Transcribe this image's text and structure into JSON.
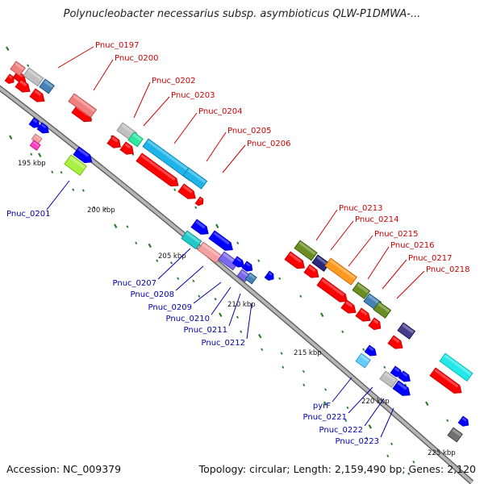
{
  "title": "Polynucleobacter necessarius subsp. asymbioticus QLW-P1DMWA-...",
  "footer": {
    "accession": "Accession: NC_009379",
    "summary": "Topology: circular; Length: 2,159,490 bp; Genes: 2,120"
  },
  "colors": {
    "forward_label": "#cc0000",
    "reverse_label": "#0000aa",
    "backbone": "#888888",
    "ticks": "#2a7a2a"
  },
  "ticks": [
    {
      "kbp": 195,
      "label": "195 kbp"
    },
    {
      "kbp": 200,
      "label": "200 kbp"
    },
    {
      "kbp": 205,
      "label": "205 kbp"
    },
    {
      "kbp": 210,
      "label": "210 kbp"
    },
    {
      "kbp": 215,
      "label": "215 kbp"
    },
    {
      "kbp": 220,
      "label": "220 kbp"
    },
    {
      "kbp": 225,
      "label": "225 kbp"
    }
  ],
  "forward_labels": [
    "Pnuc_0197",
    "Pnuc_0200",
    "Pnuc_0202",
    "Pnuc_0203",
    "Pnuc_0204",
    "Pnuc_0205",
    "Pnuc_0206",
    "Pnuc_0213",
    "Pnuc_0214",
    "Pnuc_0215",
    "Pnuc_0216",
    "Pnuc_0217",
    "Pnuc_0218"
  ],
  "reverse_labels": [
    "Pnuc_0201",
    "Pnuc_0207",
    "Pnuc_0208",
    "Pnuc_0209",
    "Pnuc_0210",
    "Pnuc_0211",
    "Pnuc_0212",
    "pyrF",
    "Pnuc_0221",
    "Pnuc_0222",
    "Pnuc_0223"
  ]
}
